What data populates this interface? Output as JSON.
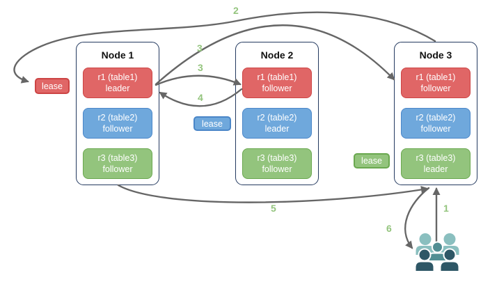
{
  "nodes": [
    {
      "title": "Node 1",
      "replicas": [
        {
          "name": "r1 (table1)",
          "role": "leader",
          "color": "#e06666"
        },
        {
          "name": "r2 (table2)",
          "role": "follower",
          "color": "#6fa8dc"
        },
        {
          "name": "r3 (table3)",
          "role": "follower",
          "color": "#93c47d"
        }
      ]
    },
    {
      "title": "Node 2",
      "replicas": [
        {
          "name": "r1 (table1)",
          "role": "follower",
          "color": "#e06666"
        },
        {
          "name": "r2 (table2)",
          "role": "leader",
          "color": "#6fa8dc"
        },
        {
          "name": "r3 (table3)",
          "role": "follower",
          "color": "#93c47d"
        }
      ]
    },
    {
      "title": "Node 3",
      "replicas": [
        {
          "name": "r1 (table1)",
          "role": "follower",
          "color": "#e06666"
        },
        {
          "name": "r2 (table2)",
          "role": "follower",
          "color": "#6fa8dc"
        },
        {
          "name": "r3 (table3)",
          "role": "leader",
          "color": "#93c47d"
        }
      ]
    }
  ],
  "leases": [
    {
      "label": "lease",
      "color": "#e06666"
    },
    {
      "label": "lease",
      "color": "#6fa8dc"
    },
    {
      "label": "lease",
      "color": "#93c47d"
    }
  ],
  "steps": {
    "s1": "1",
    "s2": "2",
    "s3": "3",
    "s4": "4",
    "s5": "5",
    "s6": "6"
  },
  "icons": {
    "user_group": "user-group-icon"
  },
  "colors": {
    "red_fill": "#e06666",
    "red_border": "#cc4444",
    "blue_fill": "#6fa8dc",
    "blue_border": "#4a86c8",
    "green_fill": "#93c47d",
    "green_border": "#6aa84f",
    "node_border": "#23395f",
    "arrow": "#666666",
    "step_label": "#93c47d",
    "user_back": "#8abfbf",
    "user_mid": "#518e93",
    "user_front": "#2e5766"
  }
}
